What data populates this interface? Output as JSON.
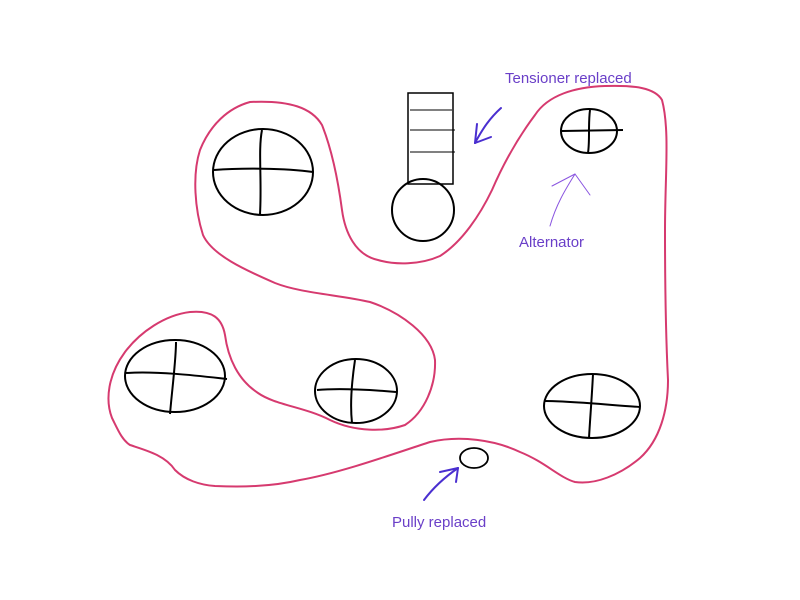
{
  "labels": {
    "tensioner": "Tensioner replaced",
    "alternator": "Alternator",
    "pully": "Pully replaced"
  },
  "colors": {
    "belt": "#d63a6f",
    "ink": "#000000",
    "label_text": "#6a3fc8",
    "arrow": "#4a2fd0",
    "alternator_arrow": "#8a55e0"
  }
}
